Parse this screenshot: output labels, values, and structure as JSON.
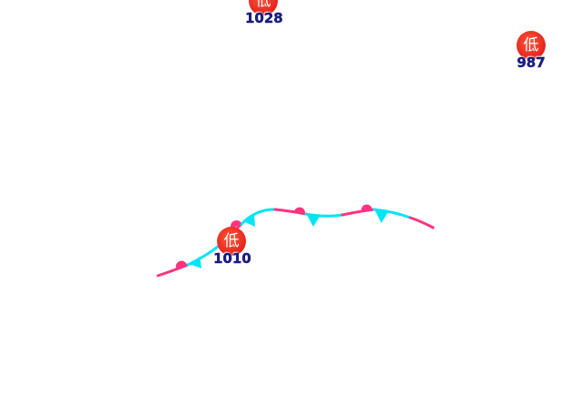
{
  "colors": {
    "warm": "#ff3380",
    "cold": "#00e5f5",
    "low": "#e5231b",
    "label": "#1b1f8a"
  },
  "front": {
    "type": "stationary-front"
  },
  "lows": [
    {
      "symbol": "低",
      "pressure": "1028"
    },
    {
      "symbol": "低",
      "pressure": "987"
    },
    {
      "symbol": "低",
      "pressure": "1010"
    }
  ]
}
